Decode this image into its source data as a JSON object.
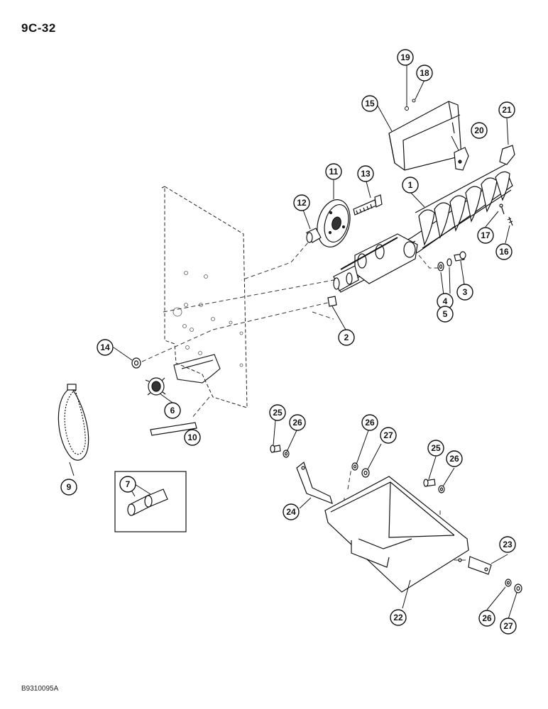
{
  "page": {
    "number": "9C-32",
    "doc_code": "B9310095A"
  },
  "callouts": [
    "1",
    "2",
    "3",
    "4",
    "5",
    "6",
    "7",
    "9",
    "10",
    "11",
    "12",
    "13",
    "14",
    "15",
    "16",
    "17",
    "18",
    "19",
    "20",
    "21",
    "22",
    "23",
    "24",
    "25",
    "25",
    "26",
    "26",
    "26",
    "26",
    "27",
    "27"
  ],
  "colors": {
    "ink": "#111111",
    "paper": "#ffffff",
    "shade": "#d8d8d8"
  }
}
